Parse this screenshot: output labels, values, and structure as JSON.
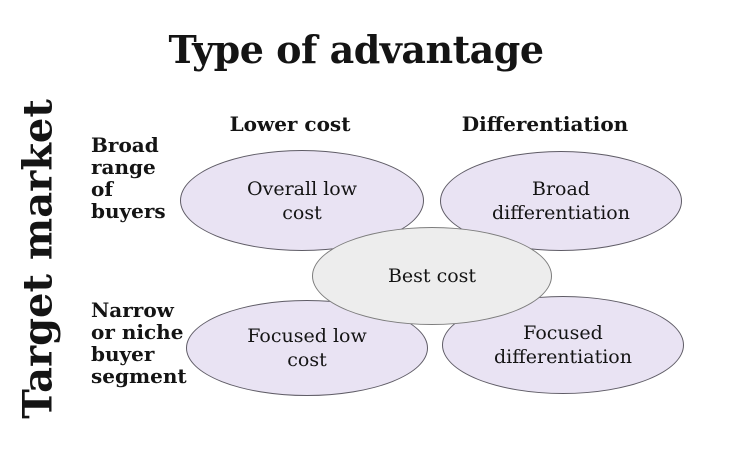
{
  "title": "Type of advantage",
  "axes": {
    "y_label": "Target market",
    "columns": [
      {
        "label": "Lower cost"
      },
      {
        "label": "Differentiation"
      }
    ],
    "rows": [
      {
        "label": "Broad\nrange\nof\nbuyers"
      },
      {
        "label": "Narrow\nor niche\nbuyer\nsegment"
      }
    ]
  },
  "ellipses": [
    {
      "id": "overall-low-cost",
      "label": "Overall low\ncost"
    },
    {
      "id": "broad-differentiation",
      "label": "Broad\ndifferentiation"
    },
    {
      "id": "focused-low-cost",
      "label": "Focused low\ncost"
    },
    {
      "id": "focused-differentiation",
      "label": "Focused\ndifferentiation"
    },
    {
      "id": "best-cost",
      "label": "Best cost"
    }
  ],
  "colors": {
    "strategy_fill": "#e9e3f3",
    "strategy_stroke": "#5f5c66",
    "center_fill": "#ededed",
    "center_stroke": "#7d7d7d",
    "text": "#141414",
    "background": "#ffffff"
  }
}
